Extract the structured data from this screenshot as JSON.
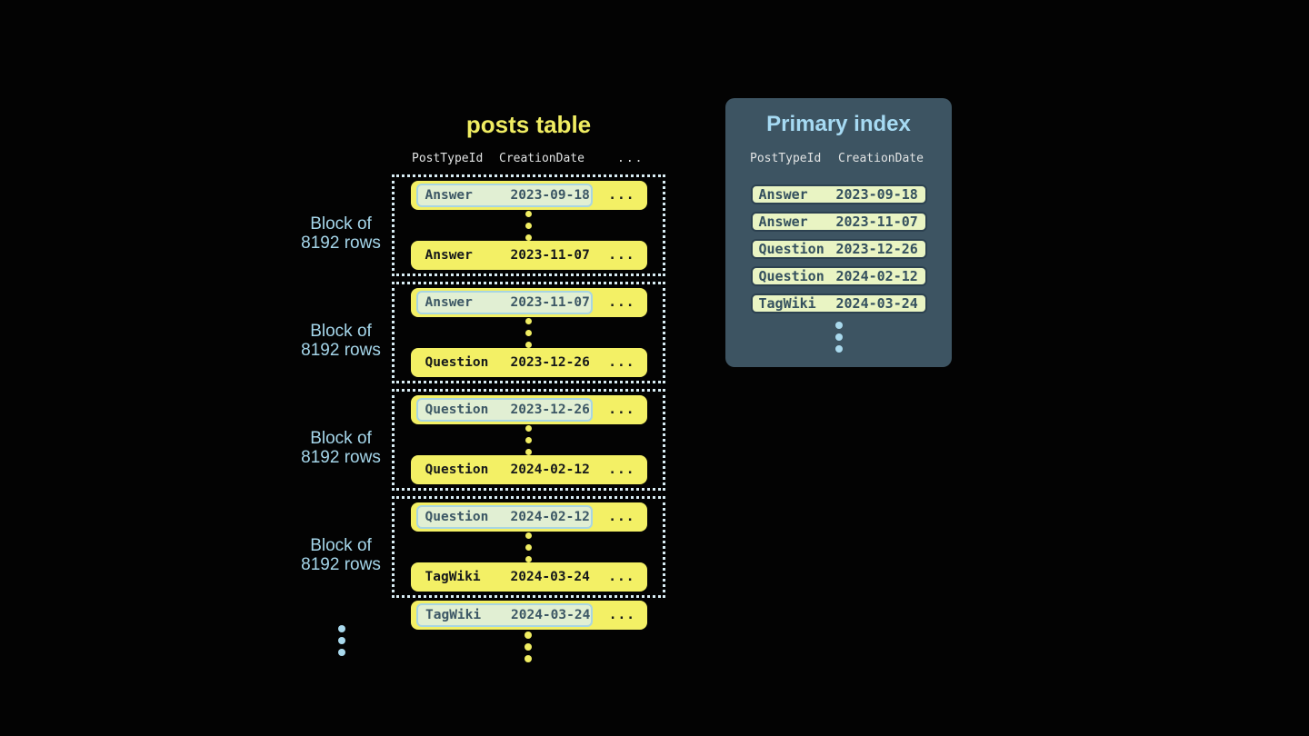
{
  "posts_table": {
    "title": "posts table",
    "columns": [
      "PostTypeId",
      "CreationDate"
    ],
    "columns_ellipsis": "...",
    "row_ellipsis": "...",
    "block_label": {
      "line1": "Block of",
      "line2": "8192 rows"
    },
    "blocks": [
      {
        "first": {
          "post_type": "Answer",
          "creation_date": "2023-09-18"
        },
        "last": {
          "post_type": "Answer",
          "creation_date": "2023-11-07"
        }
      },
      {
        "first": {
          "post_type": "Answer",
          "creation_date": "2023-11-07"
        },
        "last": {
          "post_type": "Question",
          "creation_date": "2023-12-26"
        }
      },
      {
        "first": {
          "post_type": "Question",
          "creation_date": "2023-12-26"
        },
        "last": {
          "post_type": "Question",
          "creation_date": "2024-02-12"
        }
      },
      {
        "first": {
          "post_type": "Question",
          "creation_date": "2024-02-12"
        },
        "last": {
          "post_type": "TagWiki",
          "creation_date": "2024-03-24"
        }
      }
    ],
    "overflow_row": {
      "post_type": "TagWiki",
      "creation_date": "2024-03-24"
    }
  },
  "primary_index": {
    "title": "Primary index",
    "columns": [
      "PostTypeId",
      "CreationDate"
    ],
    "rows": [
      {
        "post_type": "Answer",
        "creation_date": "2023-09-18"
      },
      {
        "post_type": "Answer",
        "creation_date": "2023-11-07"
      },
      {
        "post_type": "Question",
        "creation_date": "2023-12-26"
      },
      {
        "post_type": "Question",
        "creation_date": "2024-02-12"
      },
      {
        "post_type": "TagWiki",
        "creation_date": "2024-03-24"
      }
    ]
  },
  "colors": {
    "background": "#030303",
    "row_yellow": "#f3f065",
    "title_yellow": "#f0ed62",
    "highlight_fill": "#e1efd3",
    "highlight_border": "#a8d5e3",
    "highlight_text": "#3c5765",
    "row_text": "#15181a",
    "block_border": "#d9edf4",
    "block_label_blue": "#a5d6ea",
    "panel_background": "#3d5462",
    "panel_title_blue": "#a6daf3",
    "header_text": "#e2e4e4",
    "pill_fill": "#e9f4c3",
    "pill_border": "#2c4150",
    "pill_text": "#34505e",
    "dot_blue": "#a9d9ed"
  }
}
